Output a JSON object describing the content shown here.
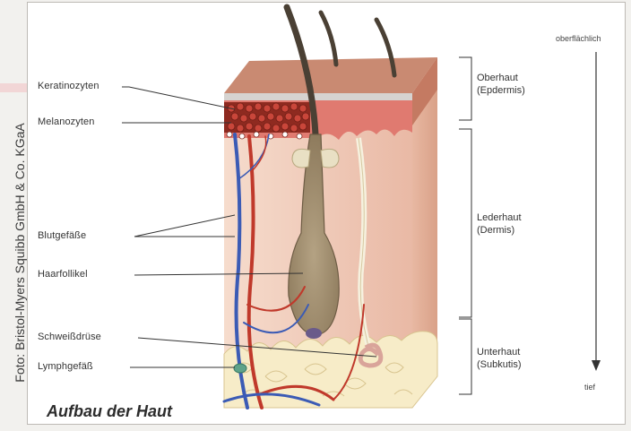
{
  "credit": "Foto: Bristol-Myers Squibb GmbH & Co. KGaA",
  "title": "Aufbau der Haut",
  "labels": {
    "keratinozyten": "Keratinozyten",
    "melanozyten": "Melanozyten",
    "blutgefaesse": "Blutgefäße",
    "haarfollikel": "Haarfollikel",
    "schweissdruese": "Schweißdrüse",
    "lymphgefaess": "Lymphgefäß"
  },
  "layers": {
    "oberhaut": {
      "name": "Oberhaut",
      "latin": "(Epdermis)"
    },
    "lederhaut": {
      "name": "Lederhaut",
      "latin": "(Dermis)"
    },
    "unterhaut": {
      "name": "Unterhaut",
      "latin": "(Subkutis)"
    }
  },
  "depth_axis": {
    "top": "oberflächlich",
    "bottom": "tief"
  },
  "colors": {
    "epidermis": "#c98a72",
    "dermis": "#f3d2c3",
    "fat": "#f7ecc8",
    "artery": "#c0392b",
    "vein": "#3b5bb5",
    "hair": "#4a4034",
    "follicle": "#9c8a6e"
  }
}
